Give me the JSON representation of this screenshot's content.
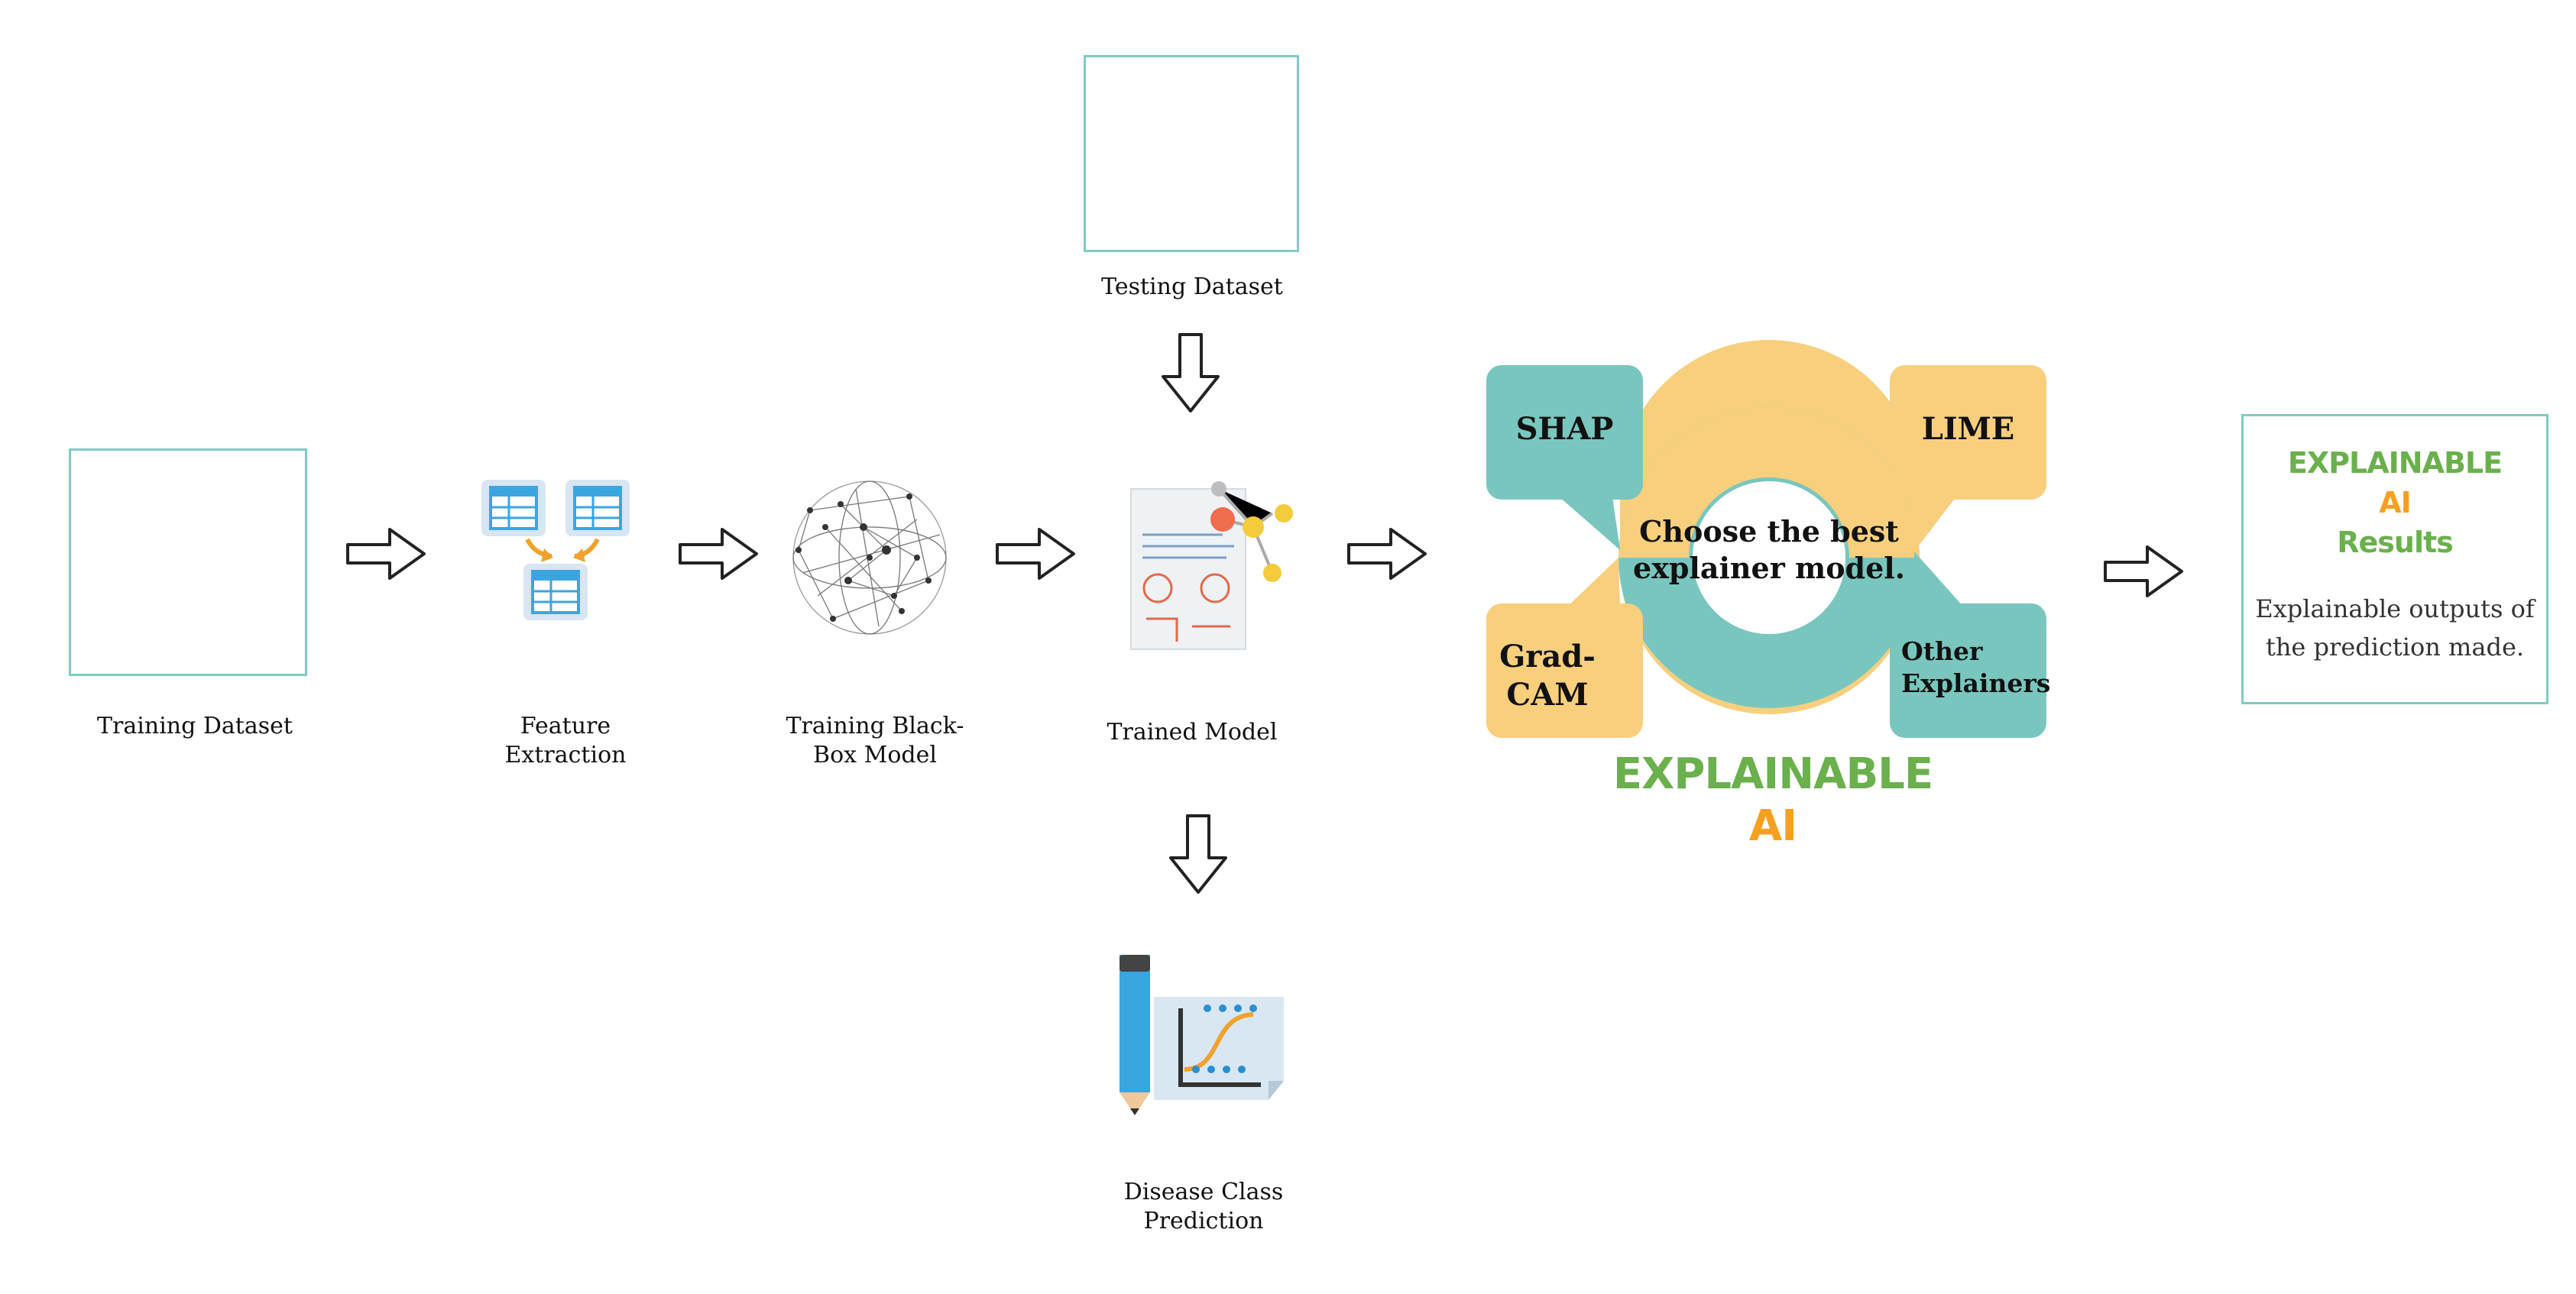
{
  "nodes": {
    "training_dataset": "Training Dataset",
    "feature_extraction_l1": "Feature",
    "feature_extraction_l2": "Extraction",
    "black_box_l1": "Training Black-",
    "black_box_l2": "Box Model",
    "trained_model": "Trained Model",
    "testing_dataset": "Testing Dataset",
    "prediction_l1": "Disease Class",
    "prediction_l2": "Prediction"
  },
  "xai": {
    "center_l1": "Choose the best",
    "center_l2": "explainer model.",
    "shap": "SHAP",
    "lime": "LIME",
    "gradcam_l1": "Grad-",
    "gradcam_l2": "CAM",
    "other_l1": "Other",
    "other_l2": "Explainers",
    "title_l1": "EXPLAINABLE",
    "title_l2": "AI"
  },
  "results": {
    "title_l1": "EXPLAINABLE",
    "title_l2": "AI",
    "title_l3": "Results",
    "desc_l1": "Explainable outputs of",
    "desc_l2": "the prediction made."
  },
  "colors": {
    "teal": "#79c6bf",
    "yellow": "#f8cf7d",
    "green": "#6ab04c",
    "orange": "#f5a020",
    "box_border": "#7dcdc4"
  },
  "icons": [
    "leaf-icon",
    "table-icon",
    "neural-network-icon",
    "formula-molecule-icon",
    "pencil-chart-icon",
    "arrow-right-icon",
    "arrow-down-icon"
  ]
}
